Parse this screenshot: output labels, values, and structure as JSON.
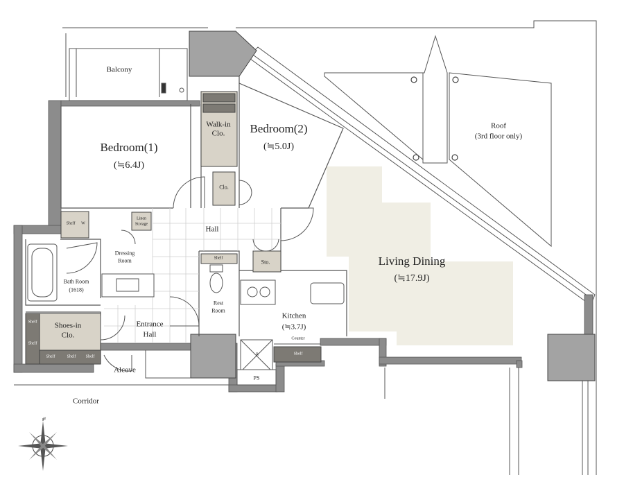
{
  "rooms": {
    "balcony": "Balcony",
    "bedroom1": {
      "name": "Bedroom(1)",
      "size": "(≒6.4J)"
    },
    "bedroom2": {
      "name": "Bedroom(2)",
      "size": "(≒5.0J)"
    },
    "walkin": {
      "line1": "Walk-in",
      "line2": "Clo."
    },
    "clo": "Clo.",
    "roof": {
      "line1": "Roof",
      "line2": "(3rd floor only)"
    },
    "hall": "Hall",
    "living": {
      "name": "Living Dining",
      "size": "(≒17.9J)"
    },
    "linen": {
      "line1": "Linen",
      "line2": "Storage"
    },
    "dressing": {
      "line1": "Dressing",
      "line2": "Room"
    },
    "shelf_w": {
      "shelf": "Shelf",
      "w": "W"
    },
    "bathroom": {
      "line1": "Bath Room",
      "line2": "(1618)"
    },
    "restroom": {
      "line1": "Rest",
      "line2": "Room"
    },
    "restroom_shelf": "Shelf",
    "sto": "Sto.",
    "kitchen": {
      "name": "Kitchen",
      "size": "(≒3.7J)"
    },
    "counter": "Counter",
    "kitchen_shelf": "Shelf",
    "refrigerator": "R",
    "ps": "PS",
    "shoes": {
      "line1": "Shoes-in",
      "line2": "Clo.",
      "shelf_left1": "Shelf",
      "shelf_left2": "Shelf",
      "shelf_bottom1": "Shelf",
      "shelf_bottom2": "Shelf",
      "shelf_bottom3": "Shelf"
    },
    "entrance": {
      "line1": "Entrance",
      "line2": "Hall"
    },
    "alcove": "Alcove",
    "corridor": "Corridor"
  },
  "compass": {
    "north": "N"
  },
  "colors": {
    "wall": "#8c8c8c",
    "column": "#a3a3a3",
    "storage": "#d8d3c8",
    "storage_dark": "#7d7a74",
    "living_fill": "#f0eee4",
    "line": "#444444"
  }
}
